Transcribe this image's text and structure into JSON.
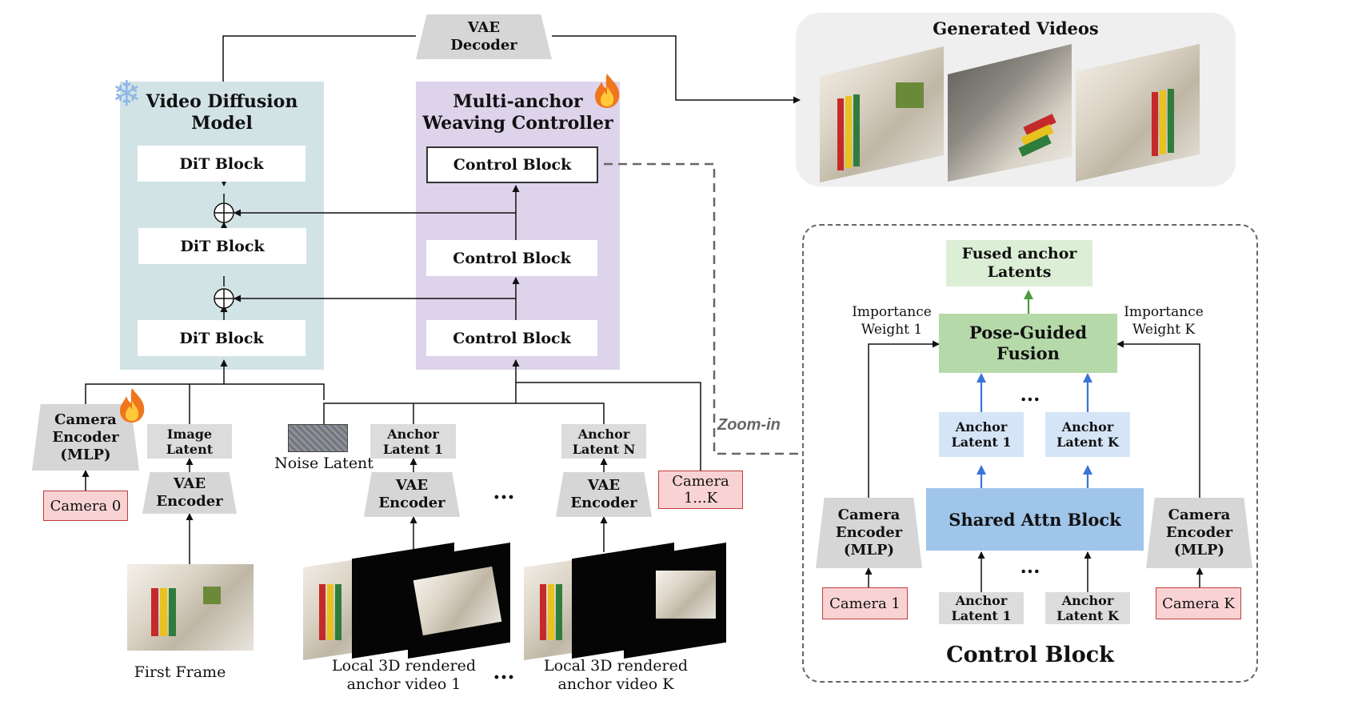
{
  "vae_decoder": [
    "VAE",
    "Decoder"
  ],
  "generated_videos_title": "Generated Videos",
  "video_diffusion_title": [
    "Video Diffusion",
    "Model"
  ],
  "weaving_title": [
    "Multi-anchor",
    "Weaving Controller"
  ],
  "dit_block": "DiT Block",
  "control_block": "Control Block",
  "camera_encoder_mlp": [
    "Camera",
    "Encoder",
    "(MLP)"
  ],
  "image_latent": [
    "Image",
    "Latent"
  ],
  "noise_latent": "Noise Latent",
  "anchor_latent_1_main": [
    "Anchor",
    "Latent 1"
  ],
  "anchor_latent_n": [
    "Anchor",
    "Latent N"
  ],
  "vae_encoder": [
    "VAE",
    "Encoder"
  ],
  "camera_0": "Camera 0",
  "camera_1k": [
    "Camera",
    "1...K"
  ],
  "first_frame": "First Frame",
  "local_rendered_1": [
    "Local 3D rendered",
    "anchor video 1"
  ],
  "local_rendered_k": [
    "Local 3D rendered",
    "anchor video K"
  ],
  "ellipsis": "...",
  "zoom_in": "Zoom-in",
  "zoom": {
    "fused": [
      "Fused anchor",
      "Latents"
    ],
    "importance_1": [
      "Importance",
      "Weight 1"
    ],
    "importance_k": [
      "Importance",
      "Weight K"
    ],
    "pose_fusion": [
      "Pose-Guided",
      "Fusion"
    ],
    "anchor_latent_1": [
      "Anchor",
      "Latent 1"
    ],
    "anchor_latent_k": [
      "Anchor",
      "Latent K"
    ],
    "shared_attn": "Shared Attn Block",
    "camera_1": "Camera 1",
    "camera_k": "Camera K",
    "title": "Control Block"
  },
  "colors": {
    "video_diffusion_bg": "#d2e3e6",
    "weaving_bg": "#ddd3ea",
    "fusion_green": "#b5d9a8",
    "fused_light_green": "#dcefd6",
    "anchor_light_blue": "#d5e5f7",
    "shared_attn_blue": "#9fc5ea",
    "camera_pink": "#f9d3d3",
    "arrow_blue": "#3a73d9",
    "arrow_green": "#4e9a3d"
  }
}
